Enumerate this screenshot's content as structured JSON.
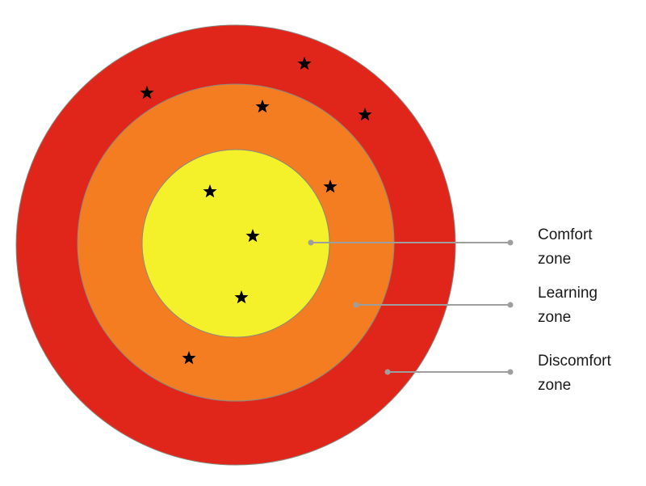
{
  "zones": [
    {
      "key": "discomfort",
      "line1": "Discomfort",
      "line2": "zone",
      "color": "#e0261b"
    },
    {
      "key": "learning",
      "line1": "Learning",
      "line2": "zone",
      "color": "#f47d22"
    },
    {
      "key": "comfort",
      "line1": "Comfort",
      "line2": "zone",
      "color": "#f4f02a"
    }
  ],
  "colors": {
    "ring_edge": "#8a8a80",
    "leader_line": "#9e9e9e",
    "star": "#000000",
    "text": "#1a1a1a"
  },
  "icons": {
    "marker": "star-icon"
  }
}
